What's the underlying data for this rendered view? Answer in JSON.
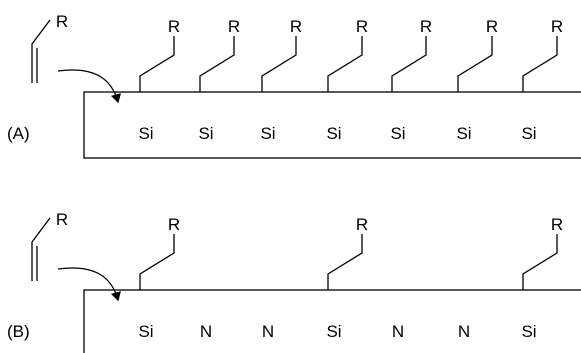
{
  "panels": [
    {
      "label": "(A)",
      "atoms": [
        "Si",
        "Si",
        "Si",
        "Si",
        "Si",
        "Si",
        "Si"
      ],
      "chain_atoms": [
        0,
        1,
        2,
        3,
        4,
        5,
        6
      ],
      "chain_group": "R",
      "alkene_group": "R"
    },
    {
      "label": "(B)",
      "atoms": [
        "Si",
        "N",
        "N",
        "Si",
        "N",
        "N",
        "Si"
      ],
      "chain_atoms": [
        0,
        3,
        6
      ],
      "chain_group": "R",
      "alkene_group": "R"
    }
  ]
}
